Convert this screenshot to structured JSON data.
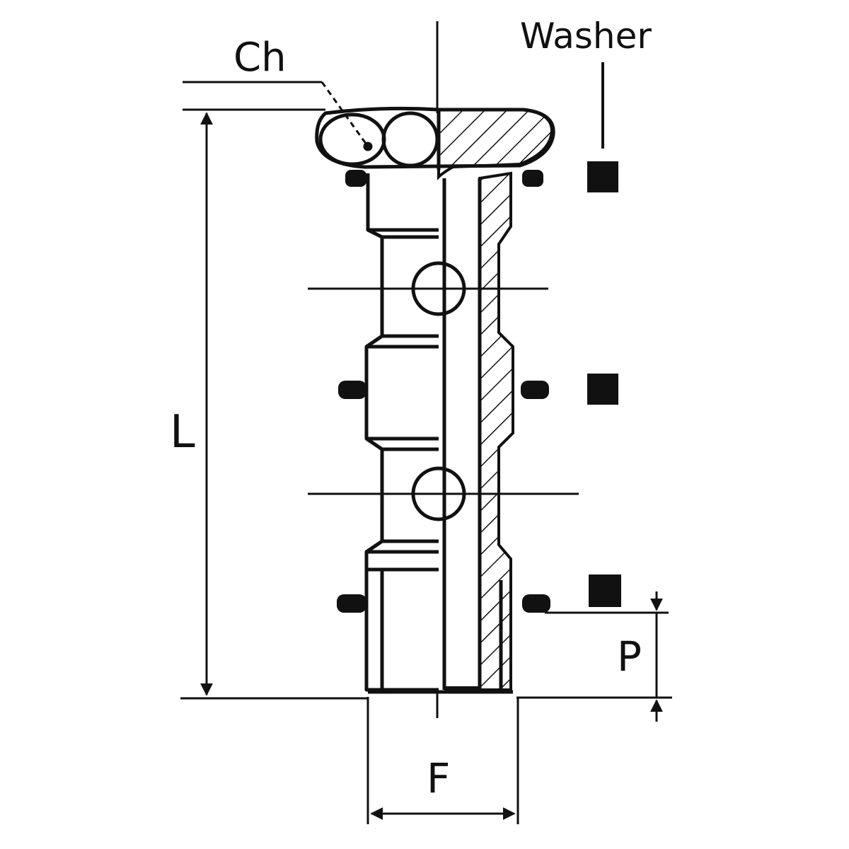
{
  "labels": {
    "ch": "Ch",
    "washer": "Washer",
    "length": "L",
    "pitch": "P",
    "thread": "F"
  },
  "colors": {
    "ink": "#111111",
    "background": "#ffffff"
  }
}
